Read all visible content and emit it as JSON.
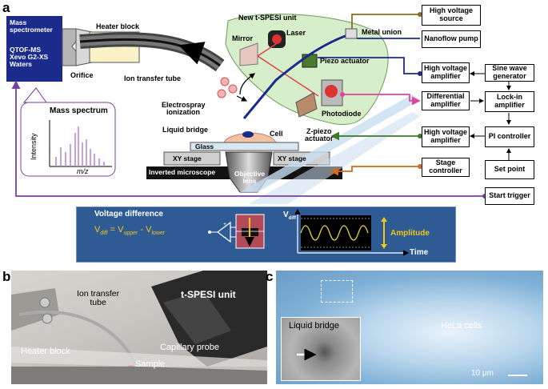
{
  "panels": {
    "a": "a",
    "b": "b",
    "c": "c"
  },
  "ms": {
    "title_lines": [
      "Mass",
      "spectrometer"
    ],
    "model_lines": [
      "QTOF-MS",
      "Xevo G2-XS",
      "Waters"
    ]
  },
  "labels": {
    "heater_block": "Heater block",
    "orifice": "Orifice",
    "ion_transfer_tube": "Ion transfer tube",
    "mass_spectrum": "Mass spectrum",
    "intensity": "Intensity",
    "mz": "m/z",
    "new_unit": "New t-SPESI unit",
    "mirror": "Mirror",
    "laser": "Laser",
    "metal_union": "Metal union",
    "piezo_actuator": "Piezo actuator",
    "photodiode": "Photodiode",
    "electrospray": "Electrospray",
    "ionization": "ionization",
    "liquid_bridge": "Liquid bridge",
    "cell": "Cell",
    "glass": "Glass",
    "xy_stage_left": "XY stage",
    "xy_stage_right": "XY stage",
    "inverted_microscope": "Inverted microscope",
    "objective": "Objective",
    "lens": "lens",
    "z_piezo": "Z-piezo",
    "z_piezo_2": "actuator"
  },
  "boxes": {
    "hv_source": "High voltage source",
    "nanoflow": "Nanoflow pump",
    "hv_amp1": "High voltage amplifier",
    "sine": "Sine wave generator",
    "diff_amp": "Differential amplifier",
    "lockin": "Lock-in amplifier",
    "hv_amp2": "High voltage amplifier",
    "pi": "PI controller",
    "stage_ctrl": "Stage controller",
    "set_point": "Set point",
    "start_trigger": "Start trigger"
  },
  "voltage": {
    "title": "Voltage difference",
    "eq_v": "V",
    "eq_sub1": "diff",
    "eq_rest": " = V",
    "eq_sub2": "upper",
    "eq_mid": " - V",
    "eq_sub3": "lower",
    "vdiff": "V",
    "vdiff_sub": "diff",
    "amplitude": "Amplitude",
    "time": "Time",
    "plus": "+",
    "minus": "−"
  },
  "photo_b": {
    "ion_transfer": "Ion transfer",
    "tube": "tube",
    "unit": "t-SPESI unit",
    "heater": "Heater block",
    "probe": "Capillary probe",
    "sample": "Sample"
  },
  "photo_c": {
    "bridge": "Liquid bridge",
    "hela": "HeLa cells",
    "scale": "10 μm"
  },
  "colors": {
    "navy": "#1a2b8c",
    "purple": "#7a3fa0",
    "pink": "#e0459a",
    "green": "#3b7a2a",
    "orange": "#d2691e",
    "gold": "#8a6d1f",
    "blue_band": "#2f5b95",
    "gold_text": "#f0c419"
  }
}
